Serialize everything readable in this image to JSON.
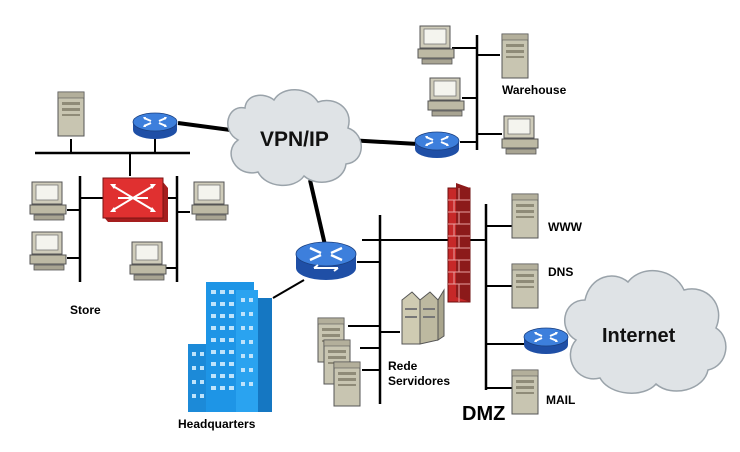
{
  "labels": {
    "vpn_cloud": "VPN/IP",
    "internet_cloud": "Internet",
    "warehouse": "Warehouse",
    "store": "Store",
    "headquarters": "Headquarters",
    "server_network_line1": "Rede",
    "server_network_line2": "Servidores",
    "dmz": "DMZ",
    "www": "WWW",
    "dns": "DNS",
    "mail": "MAIL"
  },
  "colors": {
    "router": "#2f6fd0",
    "switch_red": "#d92b2b",
    "firewall": "#b22222",
    "cloud": "#dfe3e6",
    "building": "#1e8fe0",
    "computer": "#c9c6b3"
  }
}
